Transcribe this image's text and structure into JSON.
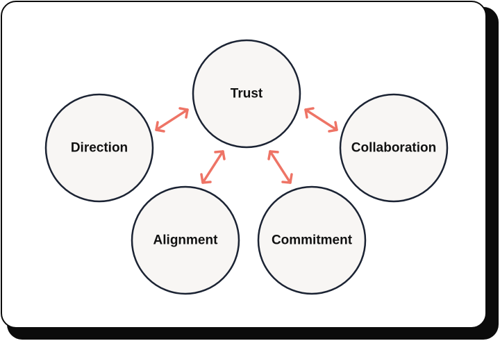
{
  "diagram": {
    "nodes": {
      "trust": "Trust",
      "direction": "Direction",
      "collaboration": "Collaboration",
      "alignment": "Alignment",
      "commitment": "Commitment"
    }
  },
  "colors": {
    "arrow": "#ee7466",
    "node_fill": "#f8f6f4",
    "node_stroke": "#1b2333",
    "card_border": "#0b0b0b"
  }
}
